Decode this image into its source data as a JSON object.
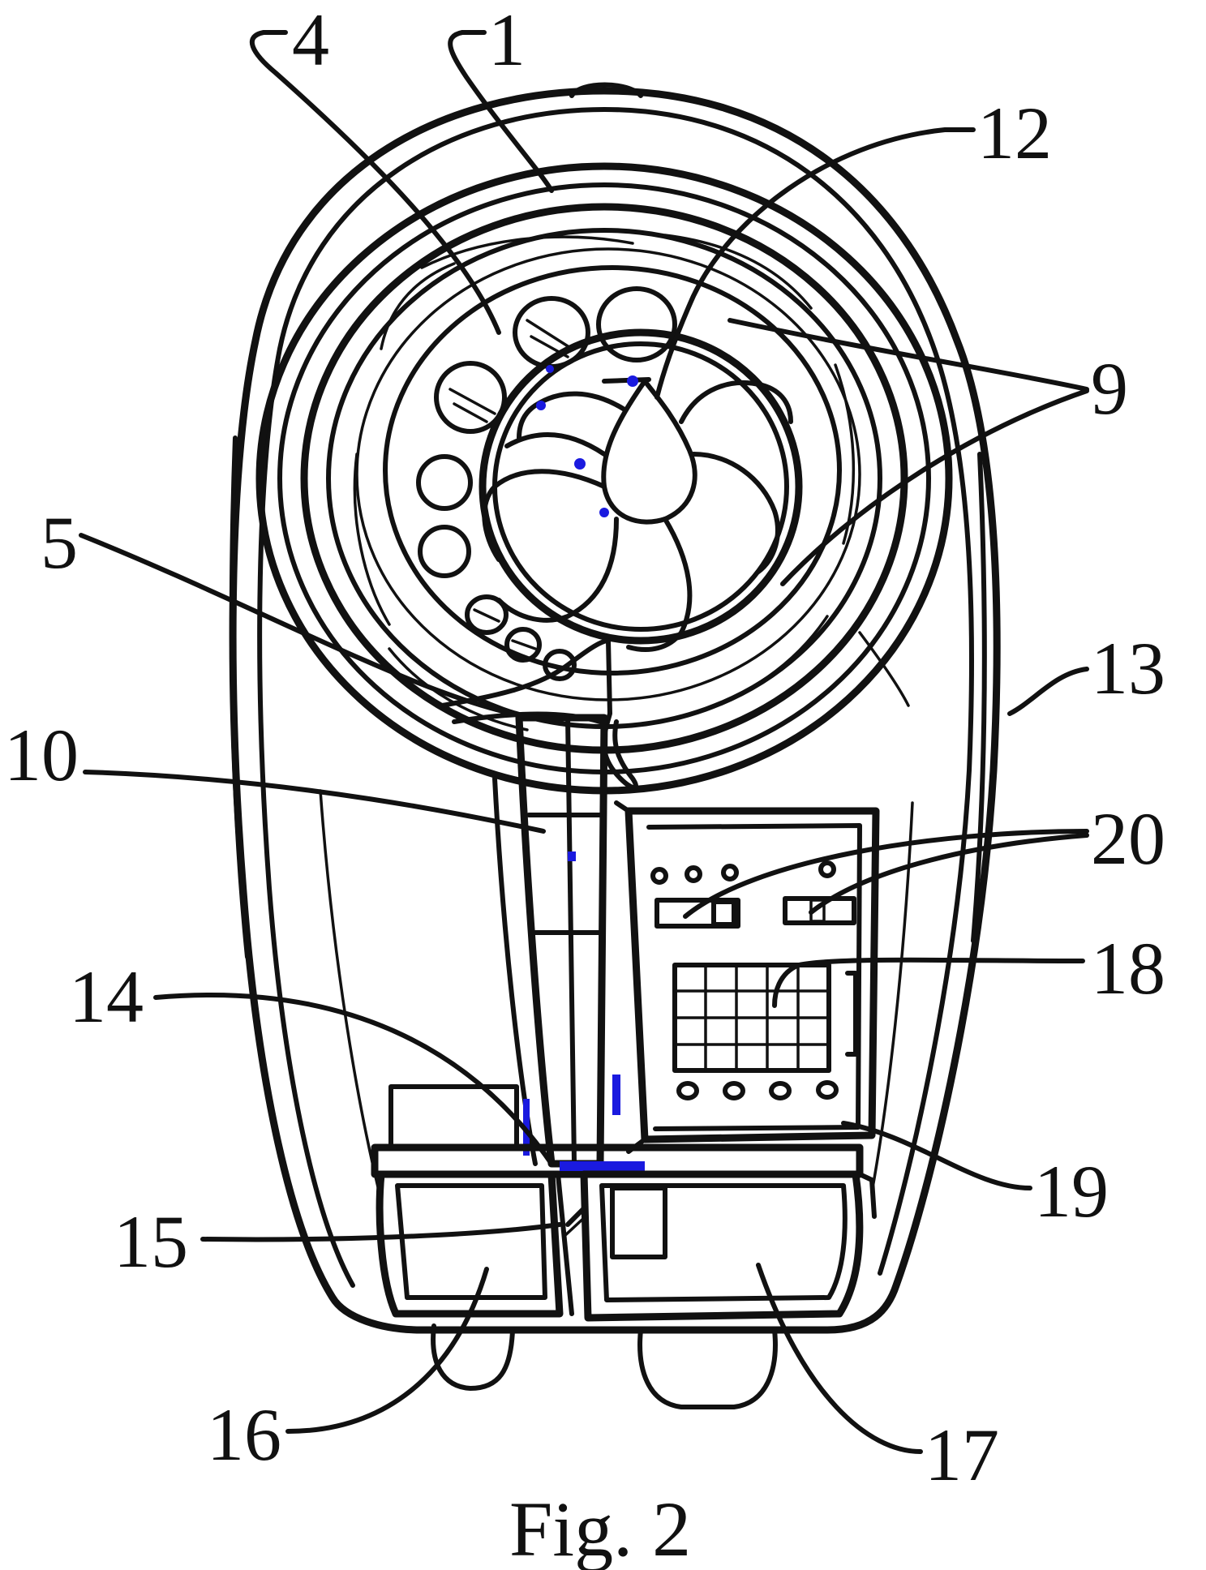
{
  "figure": {
    "caption": "Fig. 2",
    "colors": {
      "line": "#111111",
      "marker": "#1a1adf",
      "background": "#ffffff"
    }
  },
  "labels": [
    {
      "id": "1",
      "text": "1"
    },
    {
      "id": "4",
      "text": "4"
    },
    {
      "id": "5",
      "text": "5"
    },
    {
      "id": "9",
      "text": "9"
    },
    {
      "id": "10",
      "text": "10"
    },
    {
      "id": "12",
      "text": "12"
    },
    {
      "id": "13",
      "text": "13"
    },
    {
      "id": "14",
      "text": "14"
    },
    {
      "id": "15",
      "text": "15"
    },
    {
      "id": "16",
      "text": "16"
    },
    {
      "id": "17",
      "text": "17"
    },
    {
      "id": "18",
      "text": "18"
    },
    {
      "id": "19",
      "text": "19"
    },
    {
      "id": "20",
      "text": "20"
    }
  ]
}
